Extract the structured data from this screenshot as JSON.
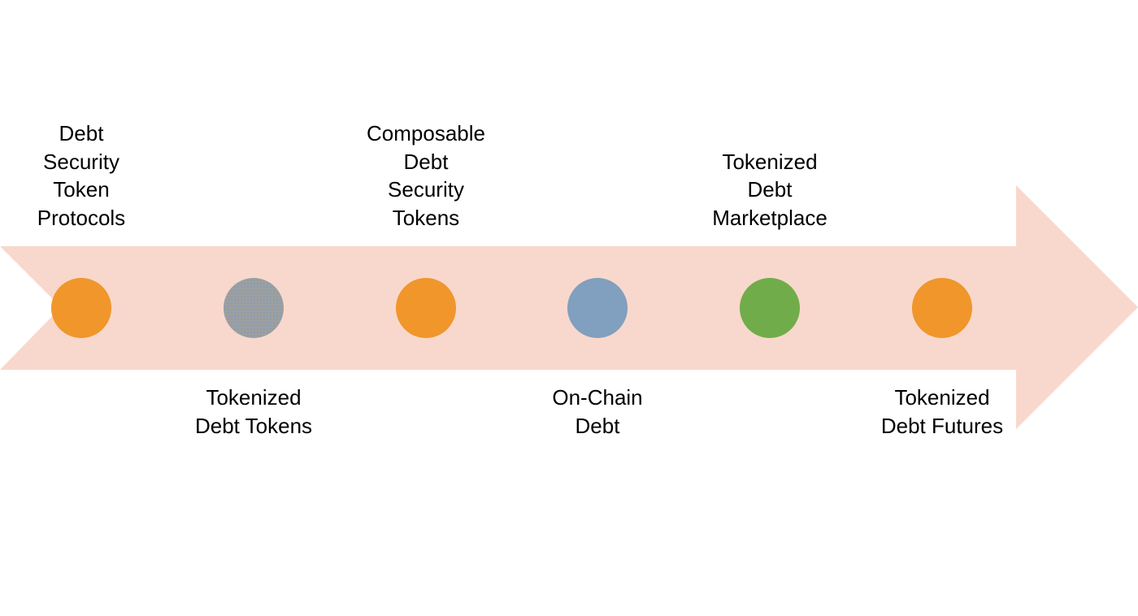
{
  "diagram": {
    "arrow_color": "#f8d8cc",
    "stages": [
      {
        "label": "Debt\nSecurity\nToken\nProtocols",
        "position": "above",
        "color": "#f0962b",
        "dotted": false
      },
      {
        "label": "Tokenized\nDebt Tokens",
        "position": "below",
        "color": "#8d98a4",
        "dotted": true
      },
      {
        "label": "Composable\nDebt\nSecurity\nTokens",
        "position": "above",
        "color": "#f0962b",
        "dotted": false
      },
      {
        "label": "On-Chain\nDebt",
        "position": "below",
        "color": "#819fbe",
        "dotted": false
      },
      {
        "label": "Tokenized\nDebt\nMarketplace",
        "position": "above",
        "color": "#70ad4a",
        "dotted": false
      },
      {
        "label": "Tokenized\nDebt Futures",
        "position": "below",
        "color": "#f0962b",
        "dotted": false
      }
    ]
  }
}
